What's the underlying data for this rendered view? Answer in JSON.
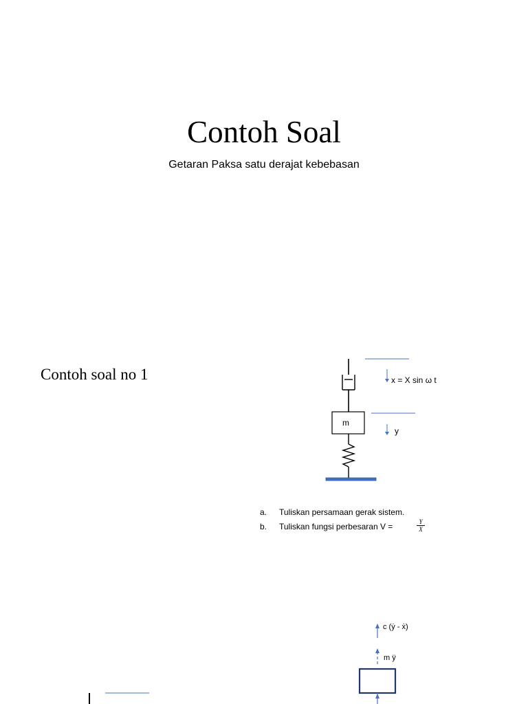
{
  "slide1": {
    "title": "Contoh Soal",
    "subtitle": "Getaran Paksa satu derajat kebebasan"
  },
  "slide2": {
    "heading": "Contoh soal no 1",
    "diagram": {
      "excitation_label": "x = X sin ω t",
      "mass_label": "m",
      "response_label": "y"
    },
    "tasks": [
      {
        "letter": "a.",
        "text": "Tuliskan persamaan gerak sistem."
      },
      {
        "letter": "b.",
        "text": "Tuliskan fungsi perbesaran V ="
      }
    ],
    "fraction": {
      "numerator": "Y",
      "denominator": "X"
    },
    "free_body": {
      "damper_force_label": "c (ẏ - ẋ)",
      "inertia_label": "m ÿ"
    }
  },
  "colors": {
    "accent_blue": "#4472c4",
    "dark_blue": "#1f3864",
    "line": "#000000"
  }
}
